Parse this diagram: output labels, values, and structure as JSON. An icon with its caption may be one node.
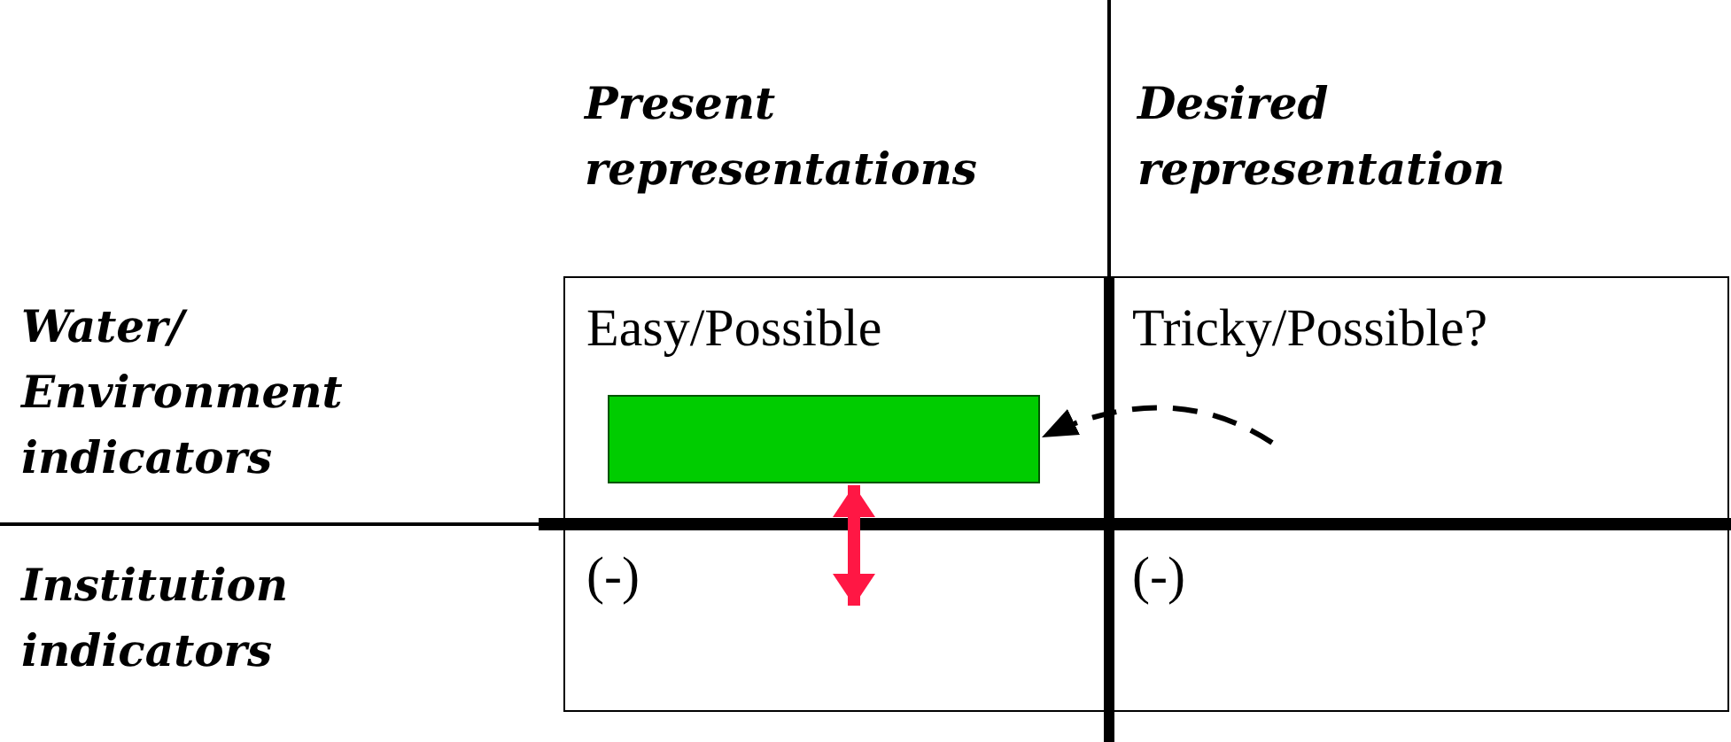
{
  "diagram": {
    "nodes": [
      {
        "text": [
          "Easy/Possible"
        ]
      },
      {
        "text": [
          "Tricky/Possible?"
        ]
      },
      {
        "text": [
          "(-)"
        ]
      },
      {
        "text": [
          "(-)"
        ]
      },
      {
        "text": [],
        "shape": "bar",
        "in": 0
      }
    ],
    "edges": [
      {
        "from": 1,
        "to": 4,
        "arrow": "to",
        "style": "dashed"
      },
      {
        "from": 4,
        "to": 2,
        "arrow": "both",
        "style": "thick",
        "color": "#ff1744"
      }
    ],
    "labels": [
      "Present representations",
      "Desired representation",
      "Water/ Environment indicators",
      "Institution indicators"
    ]
  }
}
